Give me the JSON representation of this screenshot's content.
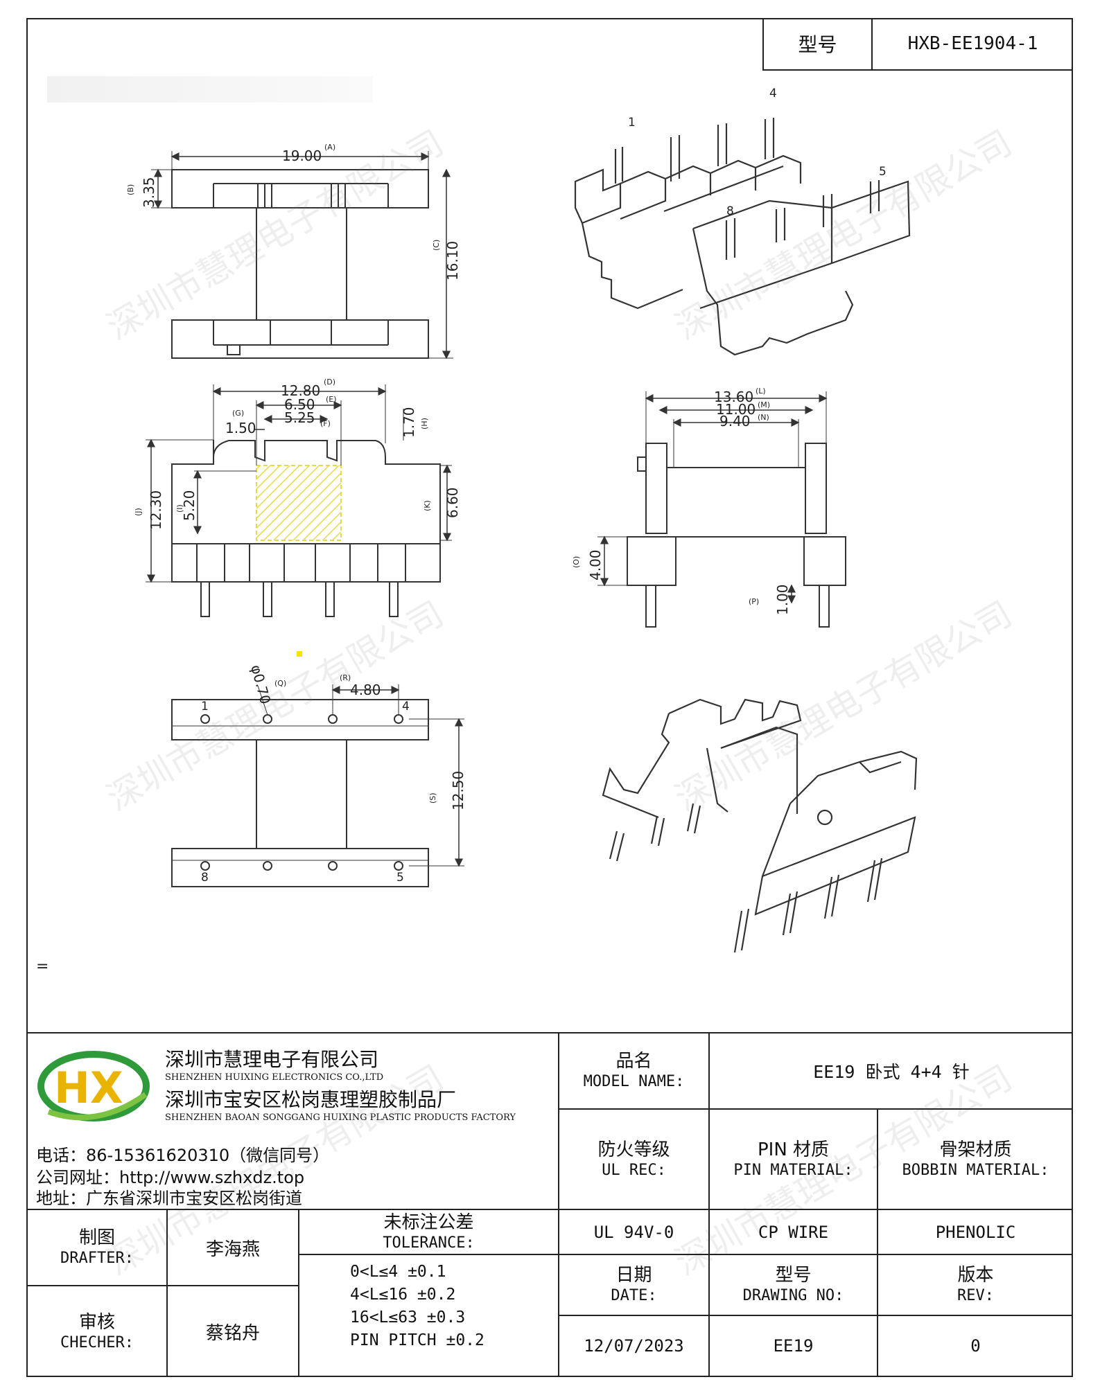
{
  "header": {
    "model_label": "型号",
    "model_value": "HXB-EE1904-1"
  },
  "drawing": {
    "top_view": {
      "dim_a": "19.00",
      "tag_a": "(A)",
      "dim_b": "3.35",
      "tag_b": "(B)",
      "dim_c": "16.10",
      "tag_c": "(C)"
    },
    "front_view": {
      "dim_d": "12.80",
      "tag_d": "(D)",
      "dim_e": "6.50",
      "tag_e": "(E)",
      "dim_f": "5.25",
      "tag_f": "(F)",
      "dim_g": "1.50",
      "tag_g": "(G)",
      "dim_h": "1.70",
      "tag_h": "(H)",
      "dim_i": "5.20",
      "tag_i": "(I)",
      "dim_j": "12.30",
      "tag_j": "(J)",
      "dim_k": "6.60",
      "tag_k": "(K)"
    },
    "side_view": {
      "dim_l": "13.60",
      "tag_l": "(L)",
      "dim_m": "11.00",
      "tag_m": "(M)",
      "dim_n": "9.40",
      "tag_n": "(N)",
      "dim_o": "4.00",
      "tag_o": "(O)",
      "dim_p": "1.00",
      "tag_p": "(P)"
    },
    "bottom_view": {
      "dim_q": "φ0.70",
      "tag_q": "(Q)",
      "dim_r": "4.80",
      "tag_r": "(R)",
      "dim_s": "12.50",
      "tag_s": "(S)",
      "pin_1": "1",
      "pin_4": "4",
      "pin_5": "5",
      "pin_8": "8"
    },
    "iso_view": {
      "pin_1": "1",
      "pin_4": "4",
      "pin_5": "5",
      "pin_8": "8"
    },
    "stray_mark": "="
  },
  "watermark": "深圳市慧理电子有限公司",
  "company": {
    "logo_text": "HX",
    "name_zh": "深圳市慧理电子有限公司",
    "name_en": "SHENZHEN HUIXING ELECTRONICS CO.,LTD",
    "factory_zh": "深圳市宝安区松岗惠理塑胶制品厂",
    "factory_en": "SHENZHEN BAOAN SONGGANG HUIXING PLASTIC PRODUCTS FACTORY",
    "phone": "电话：86-15361620310（微信同号）",
    "website": "公司网址：http://www.szhxdz.top",
    "address": "地址：广东省深圳市宝安区松岗街道"
  },
  "title_block": {
    "model_name_zh": "品名",
    "model_name_en": "MODEL NAME:",
    "model_name_value": "EE19 卧式 4+4 针",
    "ul_zh": "防火等级",
    "ul_en": "UL REC:",
    "ul_value": "UL 94V-0",
    "pin_material_zh": "PIN 材质",
    "pin_material_en": "PIN MATERIAL:",
    "pin_material_value": "CP WIRE",
    "bobbin_zh": "骨架材质",
    "bobbin_en": "BOBBIN MATERIAL:",
    "bobbin_value": "PHENOLIC",
    "drafter_zh": "制图",
    "drafter_en": "DRAFTER:",
    "drafter_value": "李海燕",
    "checker_zh": "审核",
    "checker_en": "CHECHER:",
    "checker_value": "蔡铭舟",
    "tolerance_zh": "未标注公差",
    "tolerance_en": "TOLERANCE:",
    "tolerance_lines": [
      "0<L≤4  ±0.1",
      "4<L≤16 ±0.2",
      "16<L≤63 ±0.3",
      "PIN PITCH ±0.2"
    ],
    "date_zh": "日期",
    "date_en": "DATE:",
    "date_value": "12/07/2023",
    "drawing_no_zh": "型号",
    "drawing_no_en": "DRAWING NO:",
    "drawing_no_value": "EE19",
    "rev_zh": "版本",
    "rev_en": "REV:",
    "rev_value": "0"
  }
}
